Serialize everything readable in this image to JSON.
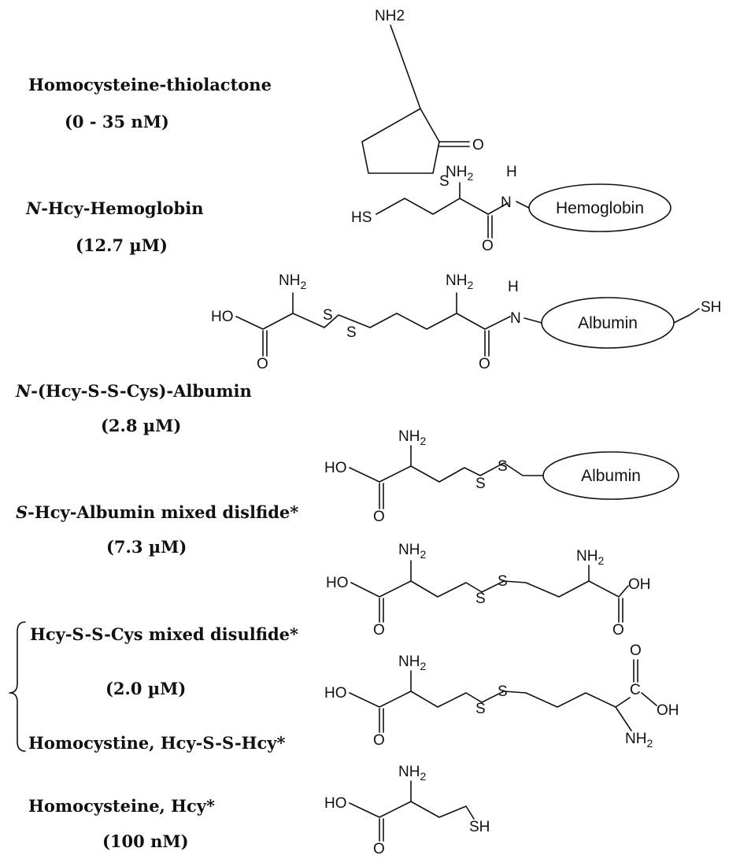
{
  "compounds": [
    {
      "name": "Homocysteine-thiolactone",
      "conc": "(0 - 35  nM)"
    },
    {
      "prefix": "N",
      "name": "-Hcy-Hemoglobin",
      "conc": "(12.7 µM)"
    },
    {
      "prefix": "N",
      "name": "-(Hcy-S-S-Cys)-Albumin",
      "conc": "(2.8 µM)"
    },
    {
      "prefix": "S",
      "name": "-Hcy-Albumin mixed dislfide*",
      "conc": "(7.3 µM)"
    },
    {
      "name": "Hcy-S-S-Cys mixed disulfide*",
      "conc": "(2.0 µM)"
    },
    {
      "name": "Homocystine, Hcy-S-S-Hcy*"
    },
    {
      "name": "Homocysteine, Hcy*",
      "conc": "(100 nM)"
    }
  ],
  "atoms": {
    "nh2_plain": "NH2",
    "nh": "NH",
    "sub2": "2",
    "o": "O",
    "s": "S",
    "h": "H",
    "n": "N",
    "ho": "HO",
    "oh": "OH",
    "sh": "SH",
    "hs": "HS",
    "c": "C"
  },
  "proteins": {
    "hemoglobin": "Hemoglobin",
    "albumin": "Albumin"
  }
}
